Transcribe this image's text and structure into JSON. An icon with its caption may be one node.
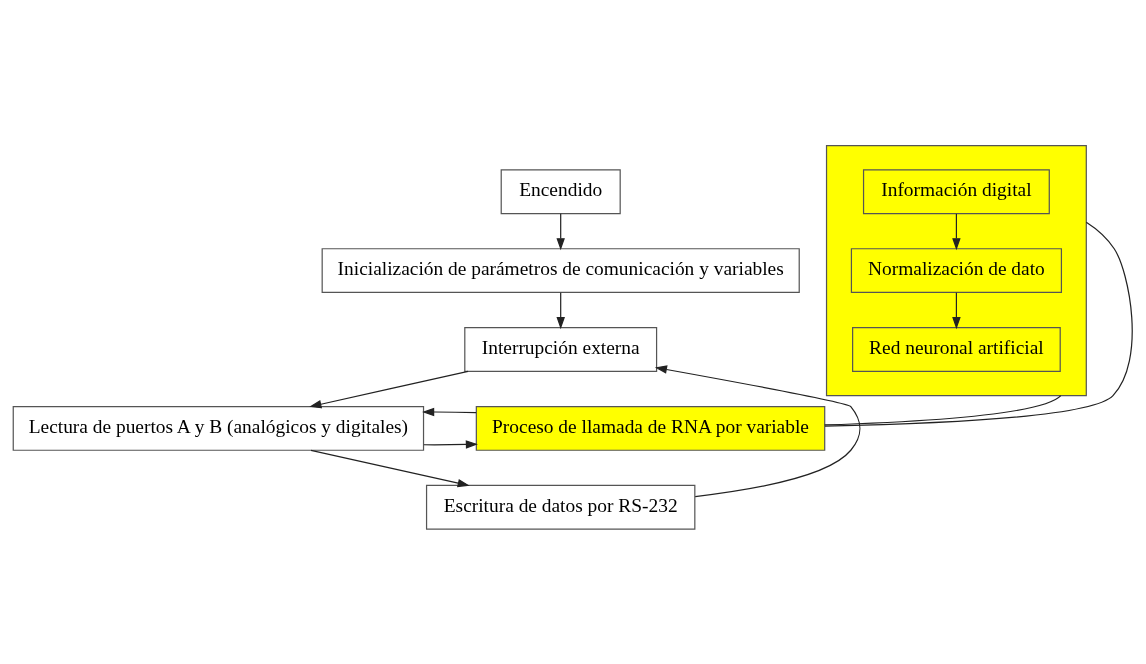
{
  "diagram": {
    "nodes": [
      {
        "text": [
          "Encendido"
        ]
      },
      {
        "text": [
          "Inicialización de parámetros de comunicación y variables"
        ]
      },
      {
        "text": [
          "Interrupción externa"
        ]
      },
      {
        "text": [
          "Lectura de puertos A y B (analógicos y digitales)"
        ]
      },
      {
        "text": [
          "Proceso de llamada de RNA por variable"
        ]
      },
      {
        "text": [],
        "shape": "box"
      },
      {
        "text": [
          "Información digital"
        ],
        "in": 5
      },
      {
        "text": [
          "Normalización de dato"
        ],
        "in": 5
      },
      {
        "text": [
          "Red neuronal artificial"
        ],
        "in": 5
      },
      {
        "text": [
          "Escritura de datos por RS-232"
        ]
      }
    ],
    "edges": [
      {
        "from": 0,
        "to": 1,
        "arrow": "to"
      },
      {
        "from": 1,
        "to": 2,
        "arrow": "to"
      },
      {
        "from": 2,
        "to": 3,
        "arrow": "to"
      },
      {
        "from": 3,
        "to": 4,
        "arrow": "to"
      },
      {
        "from": 4,
        "to": 3,
        "arrow": "to"
      },
      {
        "from": 4,
        "to": 5,
        "arrow": "none"
      },
      {
        "from": 4,
        "to": 5,
        "arrow": "none"
      },
      {
        "from": 6,
        "to": 7,
        "arrow": "to"
      },
      {
        "from": 7,
        "to": 8,
        "arrow": "to"
      },
      {
        "from": 3,
        "to": 9,
        "arrow": "to"
      },
      {
        "from": 9,
        "to": 2,
        "arrow": "to"
      }
    ]
  }
}
